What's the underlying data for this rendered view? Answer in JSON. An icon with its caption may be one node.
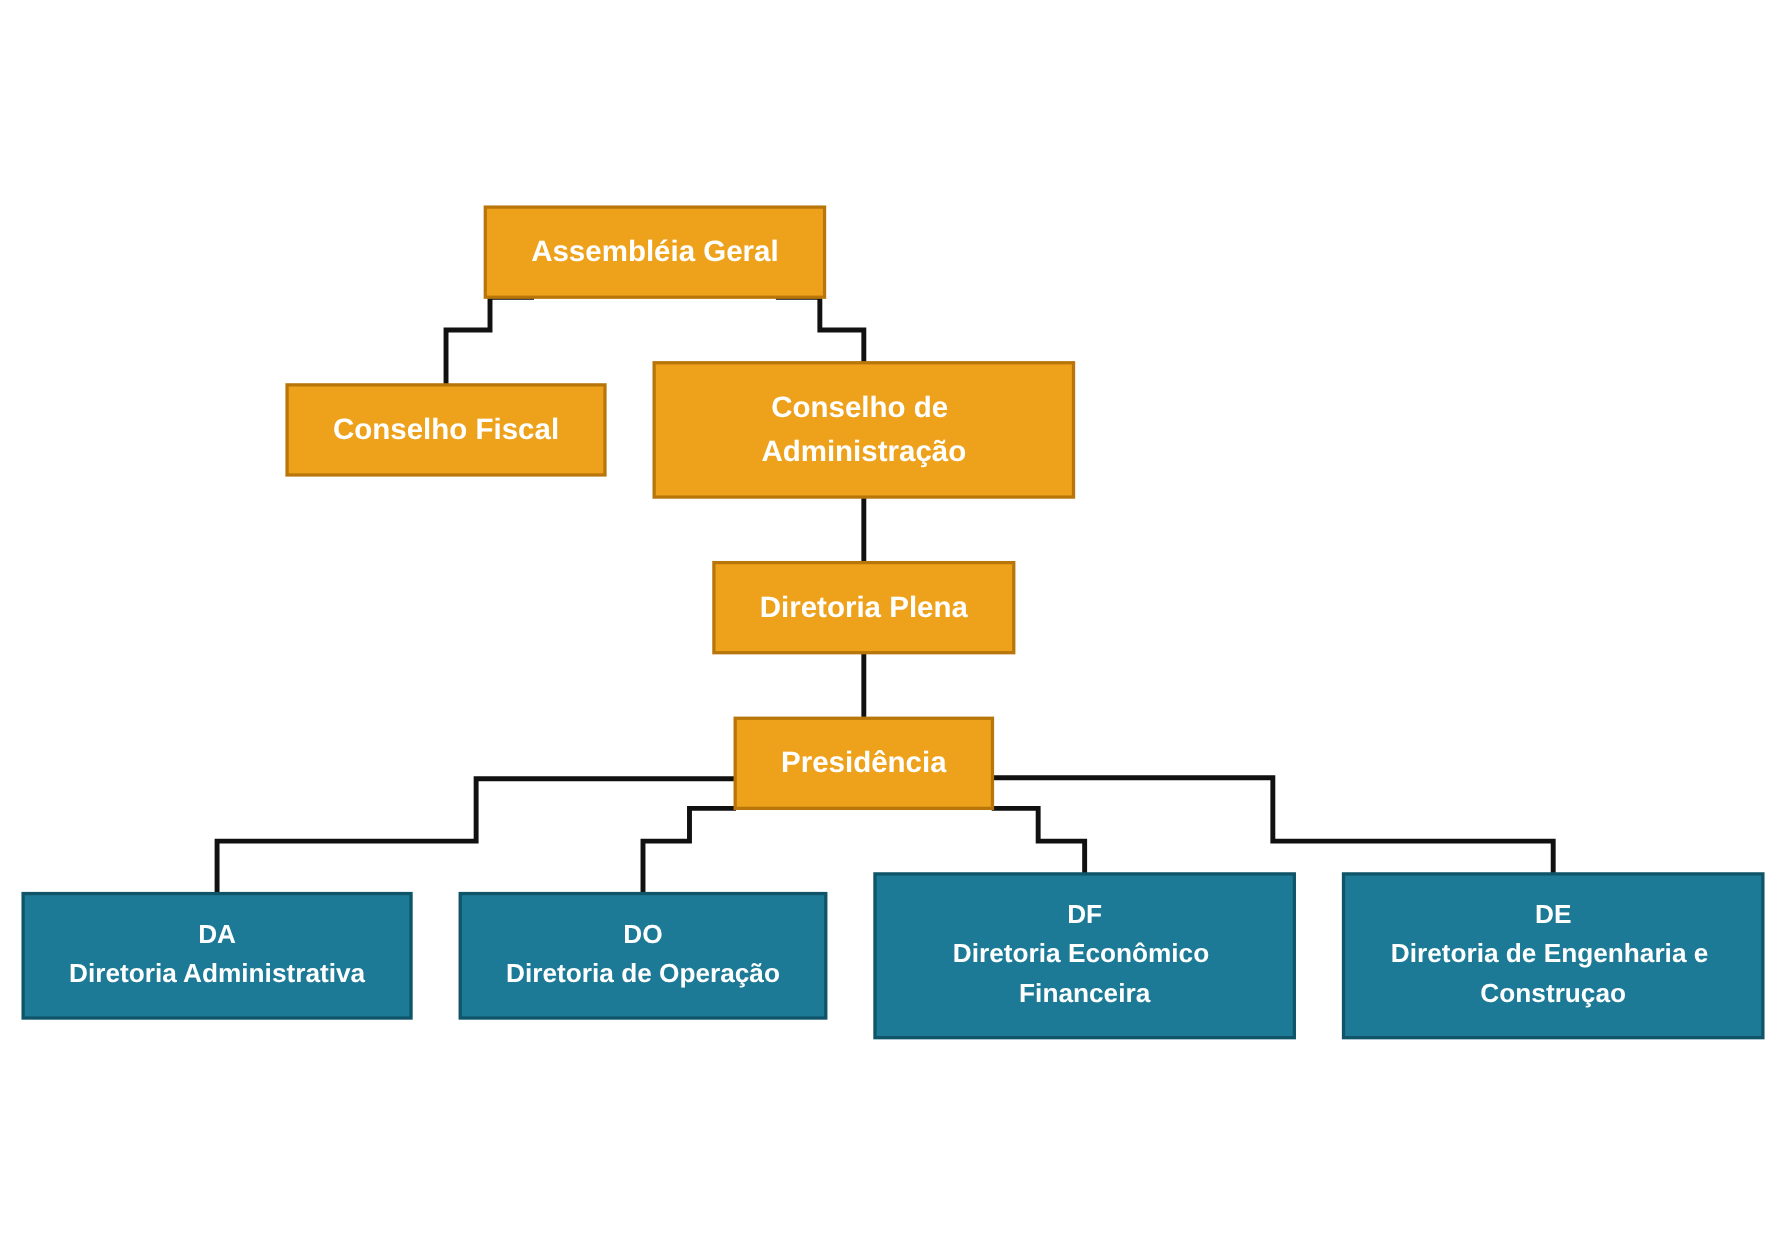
{
  "diagram": {
    "nodes": [
      {
        "text": [
          "Assembléia Geral"
        ]
      },
      {
        "text": [
          "Conselho Fiscal"
        ]
      },
      {
        "text": [
          "Conselho de Administração"
        ]
      },
      {
        "text": [
          "Diretoria Plena"
        ]
      },
      {
        "text": [
          "Presidência"
        ]
      },
      {
        "text": [
          "DA",
          "Diretoria Administrativa"
        ]
      },
      {
        "text": [
          "DO",
          "Diretoria de Operação"
        ]
      },
      {
        "text": [
          "DF",
          "Diretoria Econômico Financeira"
        ]
      },
      {
        "text": [
          "DE",
          "Diretoria de Engenharia e Construçao"
        ]
      }
    ],
    "edges": [
      {
        "from": 0,
        "to": 2,
        "arrow": "none"
      },
      {
        "from": 0,
        "to": 1,
        "arrow": "none"
      },
      {
        "from": 2,
        "to": 3,
        "arrow": "none"
      },
      {
        "from": 3,
        "to": 4,
        "arrow": "none"
      },
      {
        "from": 4,
        "to": 5,
        "arrow": "none"
      },
      {
        "from": 4,
        "to": 6,
        "arrow": "none"
      },
      {
        "from": 4,
        "to": 7,
        "arrow": "none"
      },
      {
        "from": 4,
        "to": 8,
        "arrow": "none"
      }
    ]
  }
}
